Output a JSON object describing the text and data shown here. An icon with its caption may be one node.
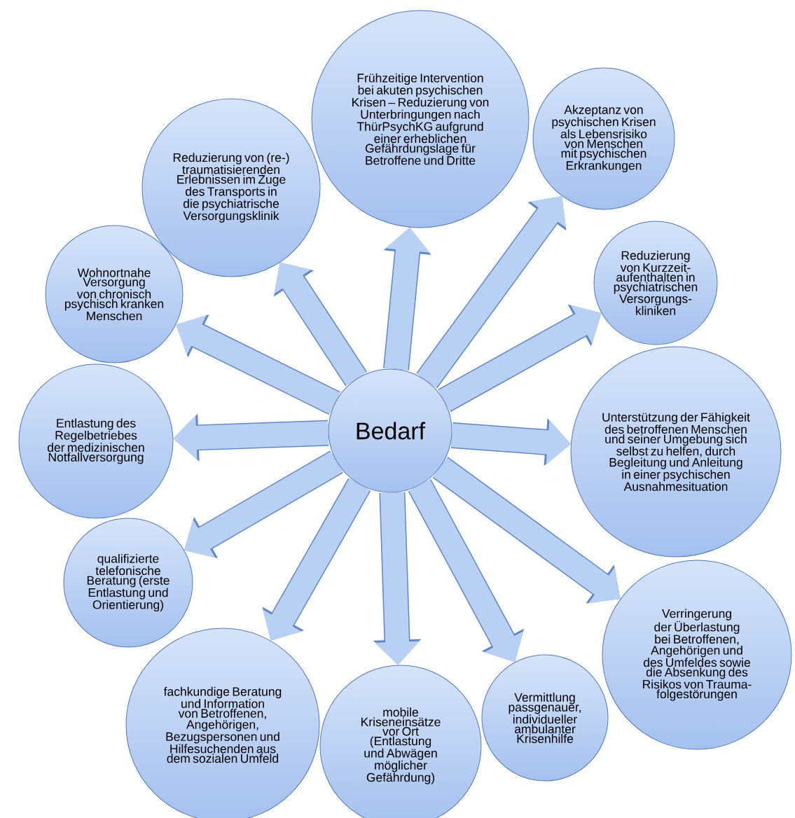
{
  "diagram": {
    "nodes": [
      {
        "text": [
          "Bedarf"
        ]
      },
      {
        "text": [
          "Frühzeitige Intervention bei akuten psychischen Krisen – Reduzierung von Unterbringungen nach ThürPsychKG aufgrund einer erheblichen Gefährdungslage für Betroffene und Dritte"
        ]
      },
      {
        "text": [
          "Akzeptanz von psychischen Krisen als Lebensrisiko von Menschen mit psychischen Erkrankungen"
        ]
      },
      {
        "text": [
          "Reduzierung von Kurzzeit-aufenthalten in psychiatrischen Versorgungs-kliniken"
        ]
      },
      {
        "text": [
          "Unterstützung der Fähigkeit des betroffenen Menschen und seiner Umgebung sich selbst zu helfen, durch Begleitung und Anleitung in einer psychischen Ausnahmesituation"
        ]
      },
      {
        "text": [
          "Verringerung der Überlastung bei Betroffenen, Angehörigen und des Umfeldes sowie die Absenkung des Risikos von Trauma-folgestörungen"
        ]
      },
      {
        "text": [
          "Vermittlung passgenauer, individueller ambulanter Krisenhilfe"
        ]
      },
      {
        "text": [
          "mobile Kriseneinsätze vor Ort (Entlastung und Abwägen möglicher Gefährdung)"
        ]
      },
      {
        "text": [
          "fachkundige Beratung und Information von Betroffenen, Angehörigen, Bezugspersonen und Hilfesuchenden aus dem sozialen Umfeld"
        ]
      },
      {
        "text": [
          "qualifizierte telefonische Beratung (erste Entlastung und Orientierung)"
        ]
      },
      {
        "text": [
          "Entlastung des Regelbetriebes der medizinischen Notfallversorgung"
        ]
      },
      {
        "text": [
          "Wohnortnahe Versorgung von chronisch psychisch kranken Menschen"
        ]
      },
      {
        "text": [
          "Reduzierung von (re-) traumatisierenden Erlebnissen im Zuge des Transports in die psychiatrische Versorgungsklinik"
        ]
      }
    ],
    "edges": [
      {
        "from": 0,
        "to": 1,
        "arrow": "to"
      },
      {
        "from": 0,
        "to": 2,
        "arrow": "to"
      },
      {
        "from": 0,
        "to": 3,
        "arrow": "to"
      },
      {
        "from": 0,
        "to": 4,
        "arrow": "to"
      },
      {
        "from": 0,
        "to": 5,
        "arrow": "to"
      },
      {
        "from": 0,
        "to": 6,
        "arrow": "to"
      },
      {
        "from": 0,
        "to": 7,
        "arrow": "to"
      },
      {
        "from": 0,
        "to": 8,
        "arrow": "to"
      },
      {
        "from": 0,
        "to": 9,
        "arrow": "to"
      },
      {
        "from": 0,
        "to": 10,
        "arrow": "to"
      },
      {
        "from": 0,
        "to": 11,
        "arrow": "to"
      },
      {
        "from": 0,
        "to": 12,
        "arrow": "to"
      }
    ]
  }
}
